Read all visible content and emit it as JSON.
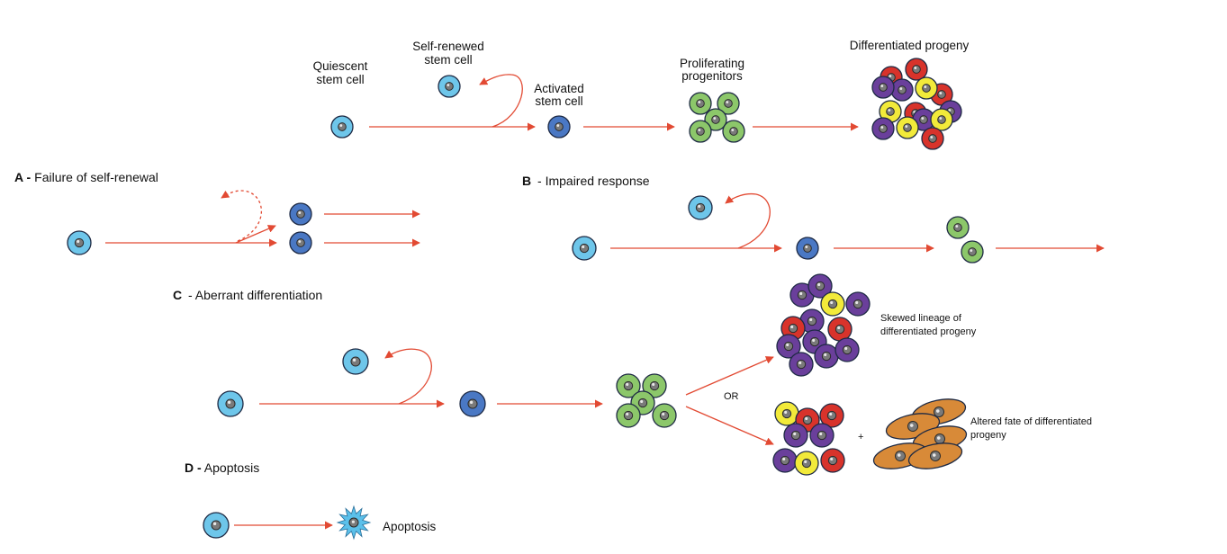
{
  "colors": {
    "arrow": "#e24a33",
    "quiescent": "#6ec6ea",
    "activated": "#4a78c4",
    "progenitor": "#8cc76a",
    "red": "#d8332b",
    "purple": "#6a3f9b",
    "yellow": "#f2ea3a",
    "orange": "#d88a38",
    "nucleus": "#7a7a7a",
    "apoptosis": "#5bc0ea"
  },
  "top": {
    "quiescent_l1": "Quiescent",
    "quiescent_l2": "stem cell",
    "self_renewed_l1": "Self-renewed",
    "self_renewed_l2": "stem cell",
    "activated_l1": "Activated",
    "activated_l2": "stem cell",
    "proliferating_l1": "Proliferating",
    "proliferating_l2": "progenitors",
    "differentiated": "Differentiated progeny"
  },
  "panel_a": {
    "letter": "A -",
    "title": "Failure of self-renewal"
  },
  "panel_b": {
    "letter": "B",
    "title": " - Impaired response"
  },
  "panel_c": {
    "letter": "C",
    "title": " - Aberrant differentiation",
    "or_label": "OR",
    "plus_label": "+",
    "skewed_l1": "Skewed lineage of",
    "skewed_l2": "differentiated progeny",
    "altered_l1": "Altered fate of  differentiated",
    "altered_l2": "progeny"
  },
  "panel_d": {
    "letter": "D -",
    "title": " Apoptosis",
    "apoptosis_label": "Apoptosis"
  }
}
